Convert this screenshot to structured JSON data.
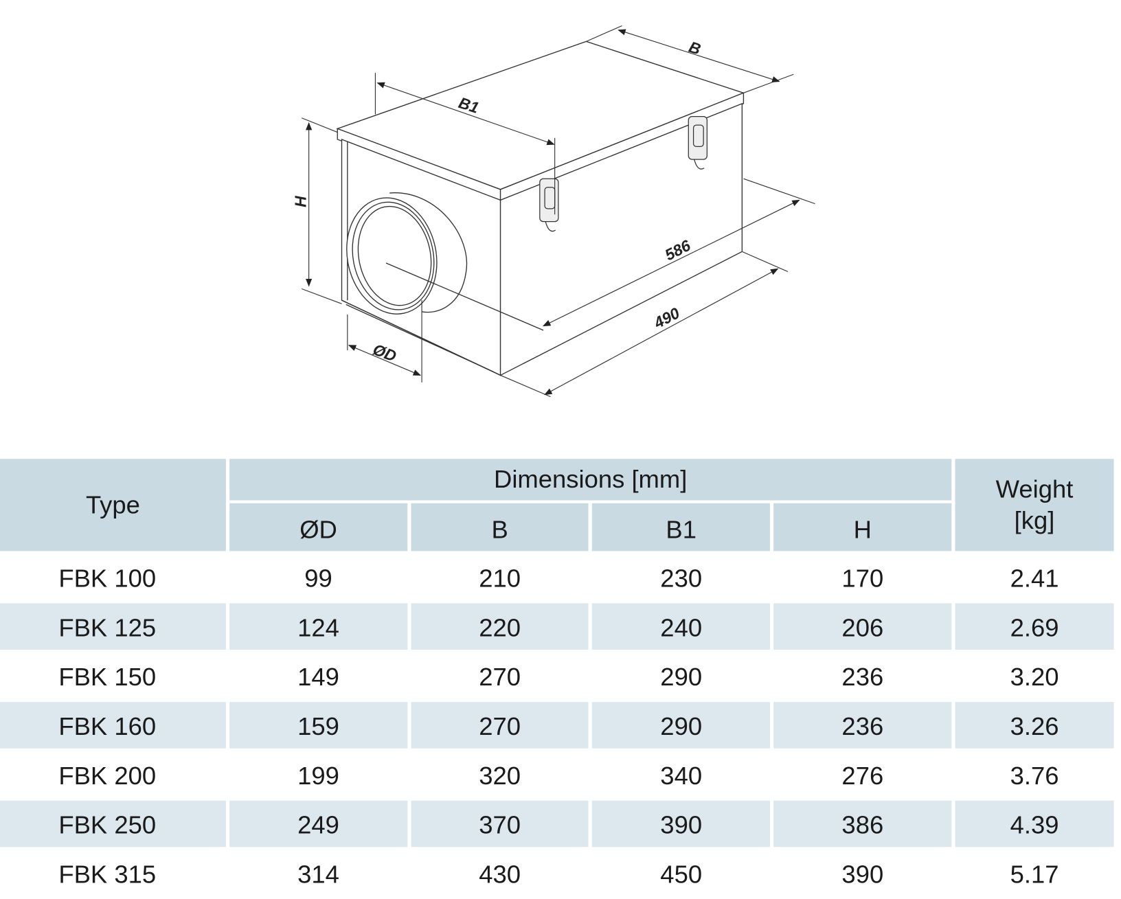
{
  "drawing": {
    "labels": {
      "B": "B",
      "B1": "B1",
      "H": "H",
      "D": "ØD",
      "len1": "586",
      "len2": "490"
    }
  },
  "table": {
    "header": {
      "type": "Type",
      "dimensions": "Dimensions [mm]",
      "weight_line1": "Weight",
      "weight_line2": "[kg]",
      "cols": [
        "ØD",
        "B",
        "B1",
        "H"
      ]
    },
    "rows": [
      {
        "type": "FBK 100",
        "D": "99",
        "B": "210",
        "B1": "230",
        "H": "170",
        "weight": "2.41"
      },
      {
        "type": "FBK 125",
        "D": "124",
        "B": "220",
        "B1": "240",
        "H": "206",
        "weight": "2.69"
      },
      {
        "type": "FBK 150",
        "D": "149",
        "B": "270",
        "B1": "290",
        "H": "236",
        "weight": "3.20"
      },
      {
        "type": "FBK 160",
        "D": "159",
        "B": "270",
        "B1": "290",
        "H": "236",
        "weight": "3.26"
      },
      {
        "type": "FBK 200",
        "D": "199",
        "B": "320",
        "B1": "340",
        "H": "276",
        "weight": "3.76"
      },
      {
        "type": "FBK 250",
        "D": "249",
        "B": "370",
        "B1": "390",
        "H": "386",
        "weight": "4.39"
      },
      {
        "type": "FBK 315",
        "D": "314",
        "B": "430",
        "B1": "450",
        "H": "390",
        "weight": "5.17"
      }
    ]
  }
}
